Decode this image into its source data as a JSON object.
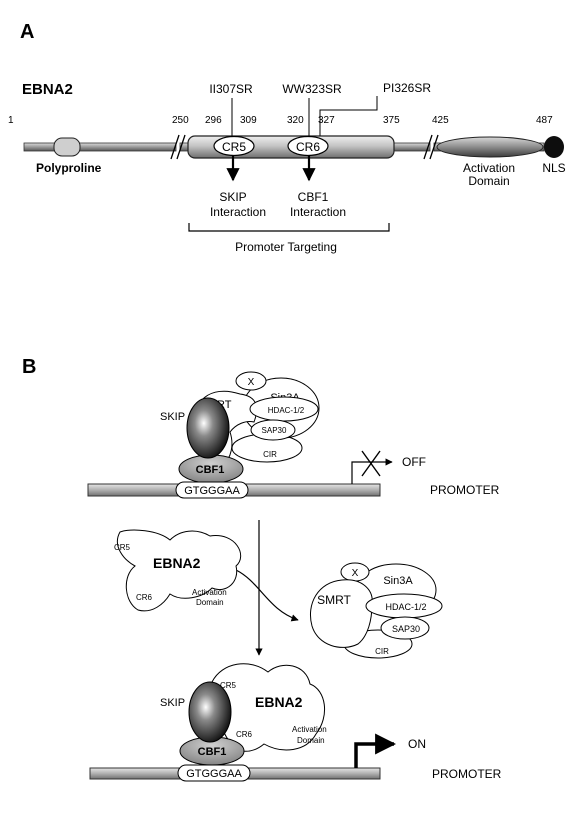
{
  "panel_a": {
    "label": "A",
    "protein": "EBNA2",
    "positions": [
      "1",
      "250",
      "296",
      "309",
      "320",
      "327",
      "375",
      "425",
      "487"
    ],
    "mutations": {
      "m1": "II307SR",
      "m2": "WW323SR",
      "m3": "PI326SR"
    },
    "domains": {
      "polyproline": "Polyproline",
      "cr5": "CR5",
      "cr6": "CR6",
      "activation_1": "Activation",
      "activation_2": "Domain",
      "nls": "NLS"
    },
    "interactions": {
      "skip_1": "SKIP",
      "skip_2": "Interaction",
      "cbf1_1": "CBF1",
      "cbf1_2": "Interaction"
    },
    "targeting": "Promoter Targeting"
  },
  "panel_b": {
    "label": "B",
    "off": {
      "skip": "SKIP",
      "smrt": "SMRT",
      "x": "X",
      "sin3a": "Sin3A",
      "hdac": "HDAC-1/2",
      "sap30": "SAP30",
      "cir": "CIR",
      "cbf1": "CBF1",
      "dna": "GTGGGAA",
      "state": "OFF",
      "promoter": "PROMOTER"
    },
    "ebna2_free": {
      "cr5": "CR5",
      "name": "EBNA2",
      "cr6": "CR6",
      "act_1": "Activation",
      "act_2": "Domain"
    },
    "released": {
      "x": "X",
      "sin3a": "Sin3A",
      "smrt": "SMRT",
      "hdac": "HDAC-1/2",
      "sap30": "SAP30",
      "cir": "CIR"
    },
    "on": {
      "skip": "SKIP",
      "cr5": "CR5",
      "name": "EBNA2",
      "cr6": "CR6",
      "act_1": "Activation",
      "act_2": "Domain",
      "cbf1": "CBF1",
      "dna": "GTGGGAA",
      "state": "ON",
      "promoter": "PROMOTER"
    }
  }
}
